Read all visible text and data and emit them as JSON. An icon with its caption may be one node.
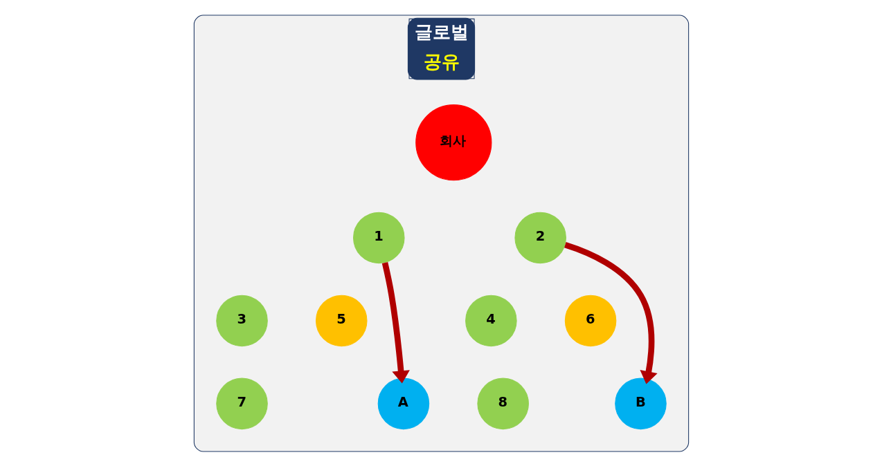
{
  "diagram": {
    "nodes": [
      {
        "text": [
          "글로벌",
          "공유"
        ]
      },
      {
        "text": [
          "회사"
        ],
        "in": 0
      },
      {
        "text": [
          "1"
        ],
        "in": 0
      },
      {
        "text": [
          "2"
        ],
        "in": 0
      },
      {
        "text": [
          "3"
        ],
        "in": 0
      },
      {
        "text": [
          "5"
        ],
        "in": 0
      },
      {
        "text": [
          "4"
        ],
        "in": 0
      },
      {
        "text": [
          "6"
        ],
        "in": 0
      },
      {
        "text": [
          "A"
        ],
        "in": 0
      },
      {
        "text": [
          "7"
        ],
        "in": 0
      },
      {
        "text": [
          "B"
        ],
        "in": 0
      },
      {
        "text": [
          "8"
        ],
        "in": 0
      }
    ],
    "edges": [
      {
        "from": 2,
        "to": 8,
        "arrow": "to",
        "color": "#b00000"
      },
      {
        "from": 3,
        "to": 10,
        "arrow": "to",
        "color": "#b00000"
      }
    ]
  }
}
